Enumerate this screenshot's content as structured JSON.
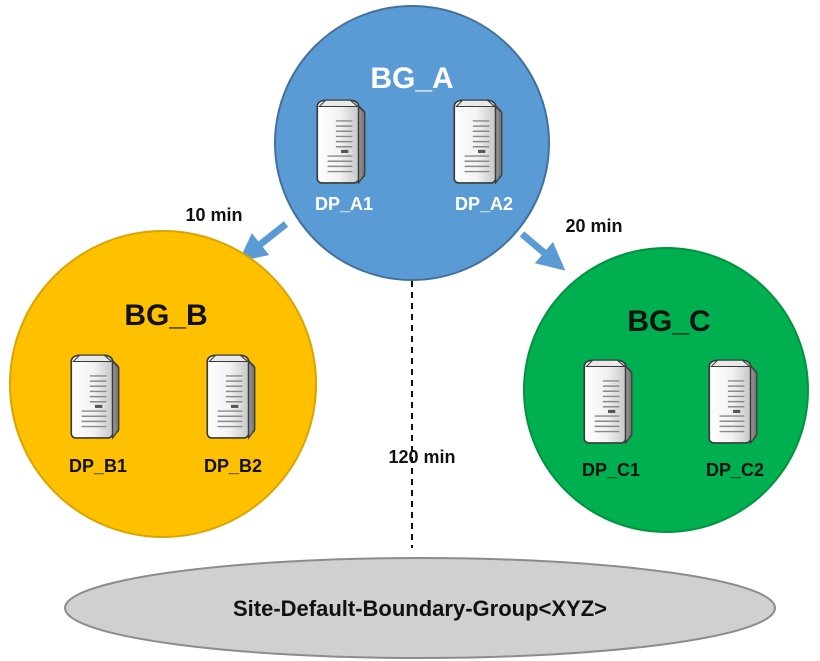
{
  "groups": {
    "bg_a": {
      "title": "BG_A",
      "fill": "#5b9bd5",
      "stroke": "#41719c",
      "text_color": "#ffffff",
      "servers": [
        {
          "label": "DP_A1",
          "icon": "server-tower-icon"
        },
        {
          "label": "DP_A2",
          "icon": "server-tower-icon"
        }
      ]
    },
    "bg_b": {
      "title": "BG_B",
      "fill": "#ffc000",
      "stroke": "#d9a300",
      "text_color": "#111111",
      "servers": [
        {
          "label": "DP_B1",
          "icon": "server-tower-icon"
        },
        {
          "label": "DP_B2",
          "icon": "server-tower-icon"
        }
      ]
    },
    "bg_c": {
      "title": "BG_C",
      "fill": "#00b050",
      "stroke": "#00943f",
      "text_color": "#111111",
      "servers": [
        {
          "label": "DP_C1",
          "icon": "server-tower-icon"
        },
        {
          "label": "DP_C2",
          "icon": "server-tower-icon"
        }
      ]
    }
  },
  "site": {
    "label": "Site-Default-Boundary-Group<XYZ>",
    "fill": "#d0d0d0",
    "stroke": "#8c8c8c"
  },
  "edges": {
    "a_to_b": {
      "label": "10 min",
      "style": "solid-arrow",
      "color": "#5b9bd5"
    },
    "a_to_c": {
      "label": "20 min",
      "style": "solid-arrow",
      "color": "#5b9bd5"
    },
    "a_to_site": {
      "label": "120 min",
      "style": "dashed-line",
      "color": "#111111"
    }
  }
}
